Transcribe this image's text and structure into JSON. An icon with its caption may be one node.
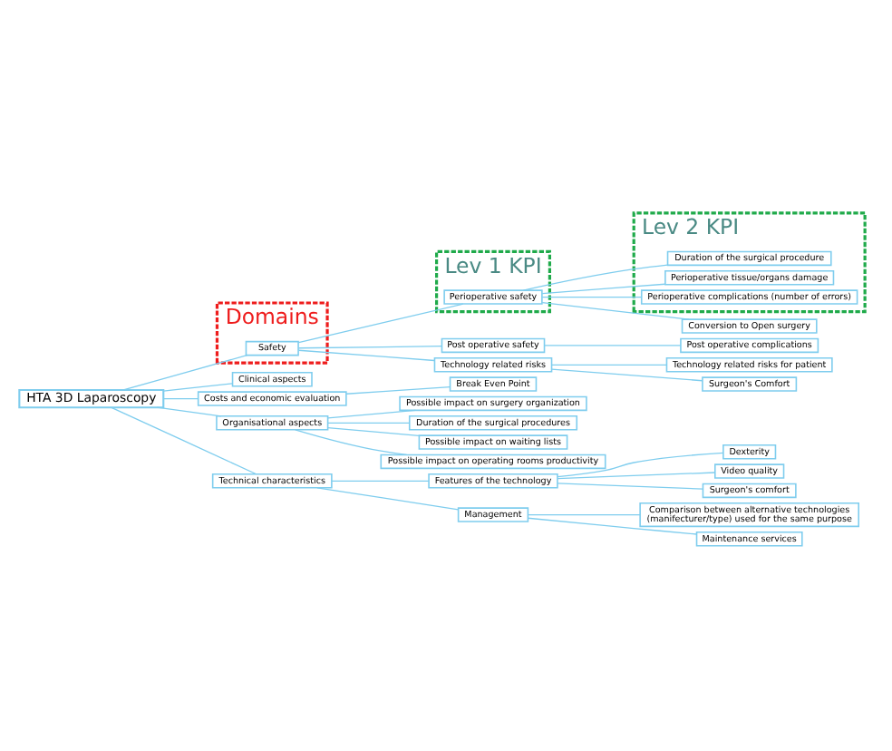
{
  "diagram": {
    "nodes": [
      {
        "text": [
          "HTA 3D Laparoscopy"
        ]
      },
      {
        "text": [
          "Domains"
        ]
      },
      {
        "text": [
          "Safety"
        ],
        "in": 1
      },
      {
        "text": [
          "Lev 1 KPI"
        ]
      },
      {
        "text": [
          "Perioperative safety"
        ],
        "in": 3
      },
      {
        "text": [
          "Lev 2 KPI"
        ]
      },
      {
        "text": [
          "Duration of the surgical procedure"
        ],
        "in": 5
      },
      {
        "text": [
          "Perioperative tissue/organs damage"
        ],
        "in": 5
      },
      {
        "text": [
          "Perioperative complications (number of errors)"
        ],
        "in": 5
      },
      {
        "text": [
          "Conversion to Open surgery"
        ]
      },
      {
        "text": [
          "Post operative safety"
        ]
      },
      {
        "text": [
          "Post operative complications"
        ]
      },
      {
        "text": [
          "Technology related risks"
        ]
      },
      {
        "text": [
          "Technology related risks for patient"
        ]
      },
      {
        "text": [
          "Surgeon's Comfort"
        ]
      },
      {
        "text": [
          "Clinical aspects"
        ]
      },
      {
        "text": [
          "Costs and economic evaluation"
        ]
      },
      {
        "text": [
          "Break Even Point"
        ]
      },
      {
        "text": [
          "Organisational aspects"
        ]
      },
      {
        "text": [
          "Possible impact on surgery organization"
        ]
      },
      {
        "text": [
          "Duration of the surgical procedures"
        ]
      },
      {
        "text": [
          "Possible impact on waiting lists"
        ]
      },
      {
        "text": [
          "Possible impact on operating rooms productivity"
        ]
      },
      {
        "text": [
          "Technical characteristics"
        ]
      },
      {
        "text": [
          "Features of the technology"
        ]
      },
      {
        "text": [
          "Dexterity"
        ]
      },
      {
        "text": [
          "Video quality"
        ]
      },
      {
        "text": [
          "Surgeon's comfort"
        ]
      },
      {
        "text": [
          "Management"
        ]
      },
      {
        "text": [
          "Comparison between alternative technologies (manifecturer/type) used for the same purpose"
        ]
      },
      {
        "text": [
          "Maintenance services"
        ]
      }
    ],
    "edges": [
      {
        "from": 0,
        "to": 2,
        "arrow": "none"
      },
      {
        "from": 2,
        "to": 4,
        "arrow": "none"
      },
      {
        "from": 4,
        "to": 6,
        "arrow": "none"
      },
      {
        "from": 4,
        "to": 7,
        "arrow": "none"
      },
      {
        "from": 4,
        "to": 8,
        "arrow": "none"
      },
      {
        "from": 4,
        "to": 9,
        "arrow": "none"
      },
      {
        "from": 2,
        "to": 10,
        "arrow": "none"
      },
      {
        "from": 10,
        "to": 11,
        "arrow": "none"
      },
      {
        "from": 2,
        "to": 12,
        "arrow": "none"
      },
      {
        "from": 12,
        "to": 13,
        "arrow": "none"
      },
      {
        "from": 12,
        "to": 14,
        "arrow": "none"
      },
      {
        "from": 0,
        "to": 15,
        "arrow": "none"
      },
      {
        "from": 0,
        "to": 16,
        "arrow": "none"
      },
      {
        "from": 16,
        "to": 17,
        "arrow": "none"
      },
      {
        "from": 0,
        "to": 18,
        "arrow": "none"
      },
      {
        "from": 18,
        "to": 19,
        "arrow": "none"
      },
      {
        "from": 18,
        "to": 20,
        "arrow": "none"
      },
      {
        "from": 18,
        "to": 21,
        "arrow": "none"
      },
      {
        "from": 18,
        "to": 22,
        "arrow": "none"
      },
      {
        "from": 0,
        "to": 23,
        "arrow": "none"
      },
      {
        "from": 23,
        "to": 24,
        "arrow": "none"
      },
      {
        "from": 24,
        "to": 25,
        "arrow": "none"
      },
      {
        "from": 24,
        "to": 26,
        "arrow": "none"
      },
      {
        "from": 24,
        "to": 27,
        "arrow": "none"
      },
      {
        "from": 23,
        "to": 28,
        "arrow": "none"
      },
      {
        "from": 28,
        "to": 29,
        "arrow": "none"
      },
      {
        "from": 28,
        "to": 30,
        "arrow": "none"
      }
    ]
  }
}
